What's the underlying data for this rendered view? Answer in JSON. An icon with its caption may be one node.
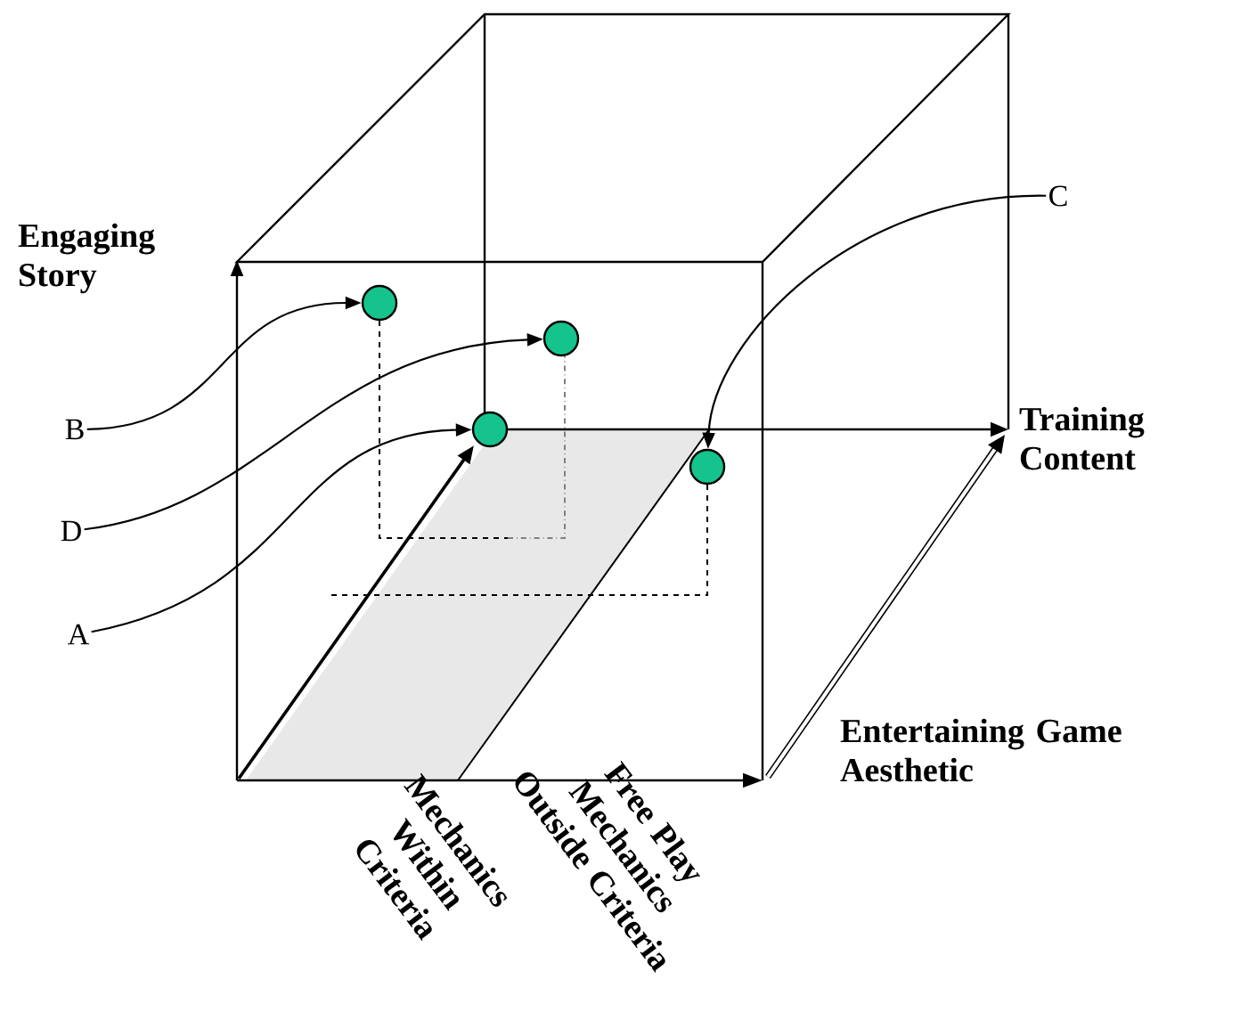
{
  "diagram": {
    "nodes": [
      {
        "text": [
          "C"
        ]
      },
      {
        "text": [
          "B"
        ]
      },
      {
        "text": [
          "D"
        ]
      },
      {
        "text": [
          "A"
        ]
      },
      {
        "text": [],
        "shape": "circle"
      },
      {
        "text": [],
        "shape": "circle"
      },
      {
        "text": [],
        "shape": "circle"
      },
      {
        "text": [],
        "shape": "circle"
      }
    ],
    "edges": [
      {
        "from": 1,
        "to": 4,
        "arrow": "to"
      },
      {
        "from": 2,
        "to": 6,
        "arrow": "to"
      },
      {
        "from": 3,
        "to": 5,
        "arrow": "to"
      },
      {
        "from": 0,
        "to": 7,
        "arrow": "to"
      }
    ],
    "labels": [
      "Engaging Story",
      "Training Content",
      "Entertaining Game Aesthetic",
      "Mechanics Within Criteria",
      "Free Play Mechanics Outside Criteria"
    ]
  }
}
